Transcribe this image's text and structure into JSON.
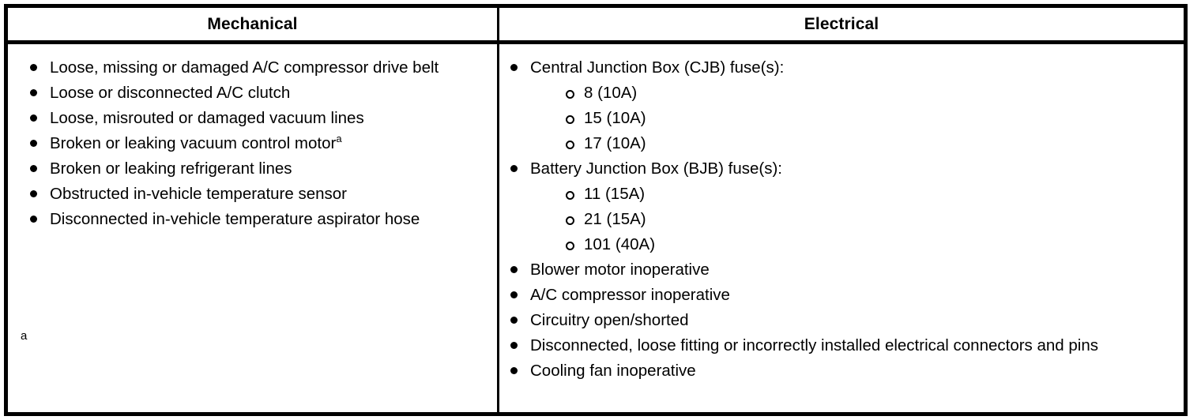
{
  "table": {
    "columns": [
      {
        "key": "mechanical",
        "header": "Mechanical"
      },
      {
        "key": "electrical",
        "header": "Electrical"
      }
    ],
    "mechanical": {
      "items": [
        {
          "text": "Loose, missing or damaged A/C compressor drive belt"
        },
        {
          "text": "Loose or disconnected A/C clutch"
        },
        {
          "text": "Loose, misrouted or damaged vacuum lines"
        },
        {
          "text": "Broken or leaking vacuum control motor",
          "footnote": "a"
        },
        {
          "text": "Broken or leaking refrigerant lines"
        },
        {
          "text": "Obstructed in-vehicle temperature sensor"
        },
        {
          "text": "Disconnected in-vehicle temperature aspirator hose"
        }
      ],
      "footnote_marker": "a"
    },
    "electrical": {
      "items": [
        {
          "text": "Central Junction Box (CJB) fuse(s):",
          "sub_items": [
            "8 (10A)",
            "15 (10A)",
            "17 (10A)"
          ]
        },
        {
          "text": "Battery Junction Box (BJB) fuse(s):",
          "sub_items": [
            "11 (15A)",
            "21 (15A)",
            "101 (40A)"
          ]
        },
        {
          "text": "Blower motor inoperative",
          "sub_items": []
        },
        {
          "text": "A/C compressor inoperative",
          "sub_items": []
        },
        {
          "text": "Circuitry open/shorted",
          "sub_items": []
        },
        {
          "text": "Disconnected, loose fitting or incorrectly installed electrical connectors and pins",
          "sub_items": []
        },
        {
          "text": "Cooling fan inoperative",
          "sub_items": []
        }
      ]
    }
  },
  "colors": {
    "border": "#000000",
    "text": "#000000",
    "background": "#ffffff"
  }
}
